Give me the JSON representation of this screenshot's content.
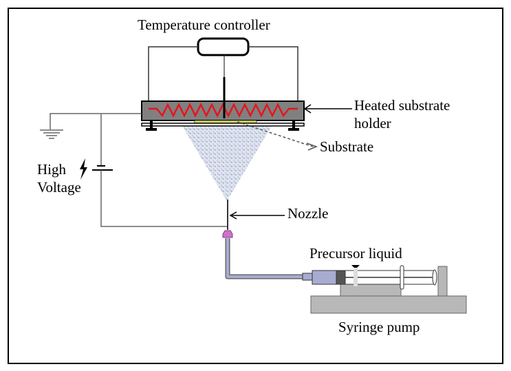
{
  "labels": {
    "temperature_controller": "Temperature controller",
    "heated_holder_line1": "Heated substrate",
    "heated_holder_line2": "holder",
    "substrate": "Substrate",
    "high": "High",
    "voltage": "Voltage",
    "nozzle": "Nozzle",
    "precursor_liquid": "Precursor liquid",
    "syringe_pump": "Syringe pump"
  },
  "colors": {
    "heater_coil": "#e8131b",
    "holder": "#808080",
    "substrate": "#d8d860",
    "spray": "#b8c4dc",
    "tube": "#a8acd0",
    "connector": "#d070c8",
    "pump": "#b8b8b8"
  }
}
